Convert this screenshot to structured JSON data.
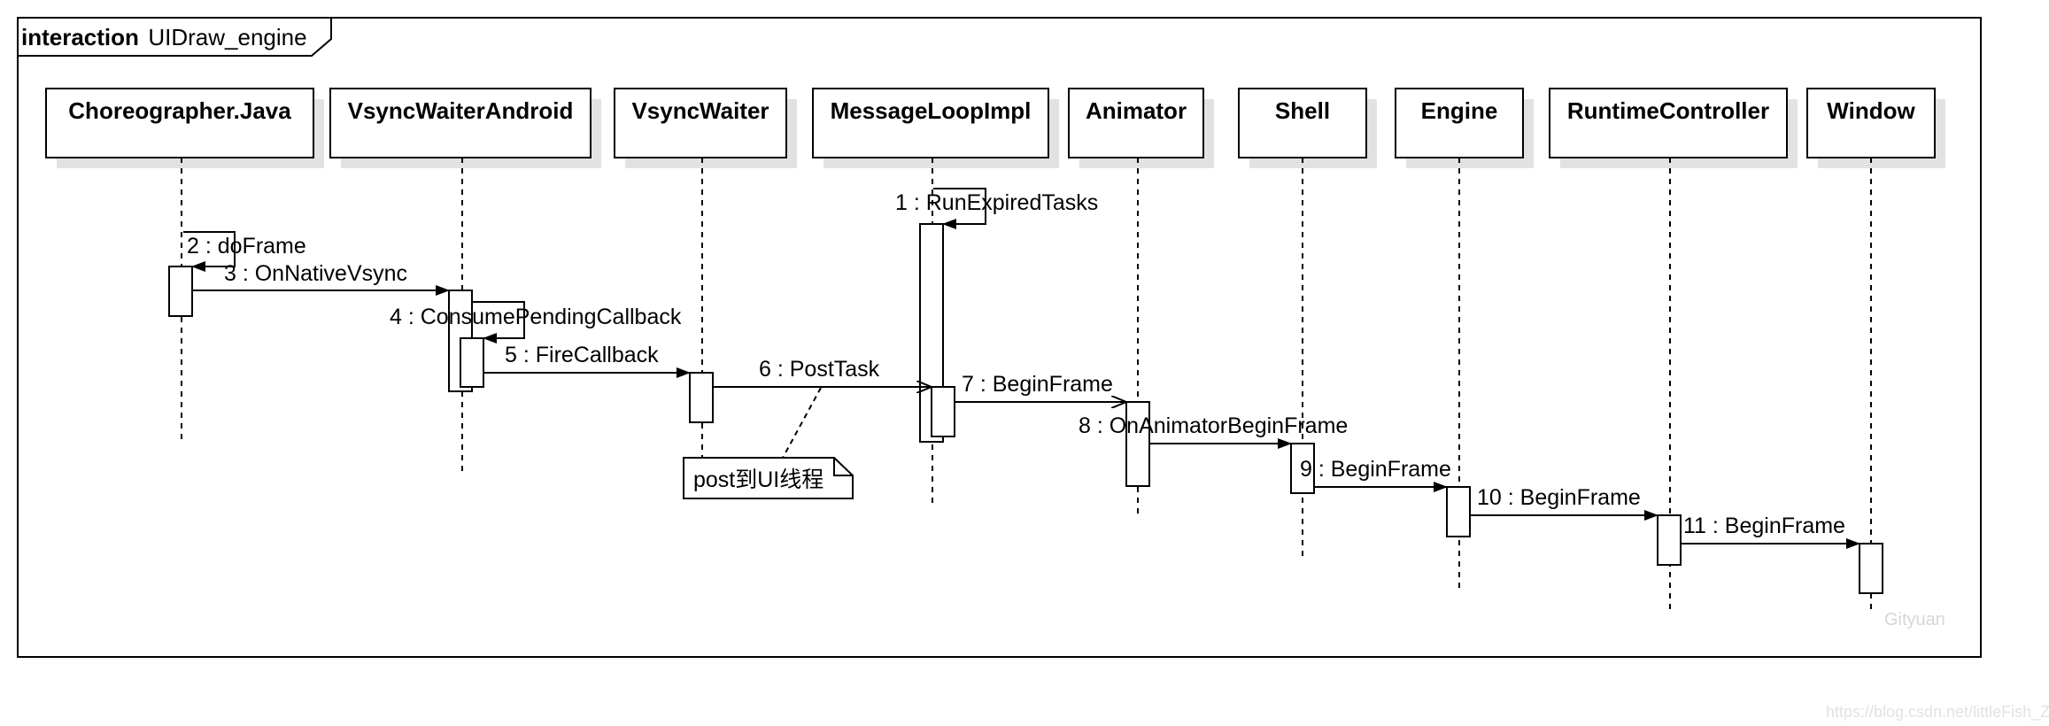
{
  "frame": {
    "keyword": "interaction",
    "name": "UIDraw_engine"
  },
  "lifelines": [
    "Choreographer.Java",
    "VsyncWaiterAndroid",
    "VsyncWaiter",
    "MessageLoopImpl",
    "Animator",
    "Shell",
    "Engine",
    "RuntimeController",
    "Window"
  ],
  "messages": [
    "1 : RunExpiredTasks",
    "2 : doFrame",
    "3 : OnNativeVsync",
    "4 : ConsumePendingCallback",
    "5 : FireCallback",
    "6 : PostTask",
    "7 : BeginFrame",
    "8 : OnAnimatorBeginFrame",
    "9 : BeginFrame",
    "10 : BeginFrame",
    "11 : BeginFrame"
  ],
  "note": "post到UI线程",
  "watermarks": {
    "inner": "Gityuan",
    "outer": "https://blog.csdn.net/littleFish_ZYY"
  }
}
